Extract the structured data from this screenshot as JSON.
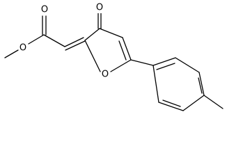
{
  "molecule": {
    "atom_labels": {
      "ester_carbonyl_oxygen": "O",
      "ester_ether_oxygen": "O",
      "ketone_oxygen": "O",
      "ring_oxygen": "O"
    },
    "bond_color": "#000000",
    "background_color": "#ffffff"
  }
}
